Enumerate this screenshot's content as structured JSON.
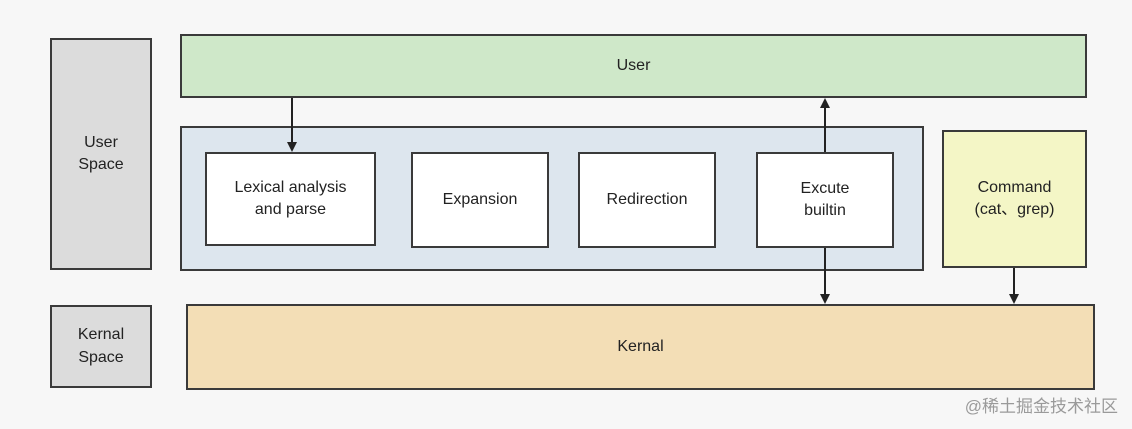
{
  "regions": {
    "user_space_label": "User\nSpace",
    "kernel_space_label": "Kernal\nSpace"
  },
  "layers": {
    "user": "User",
    "kernel": "Kernal",
    "command": "Command\n(cat、grep)"
  },
  "stages": {
    "lexical": "Lexical analysis\nand parse",
    "expansion": "Expansion",
    "redirection": "Redirection",
    "execute": "Excute\nbuiltin"
  },
  "watermark": "@稀土掘金技术社区",
  "colors": {
    "user_fill": "#cfe8c9",
    "shell_fill": "#dde6ee",
    "command_fill": "#f4f6c6",
    "kernel_fill": "#f3deb6",
    "label_fill": "#dcdcdc"
  }
}
